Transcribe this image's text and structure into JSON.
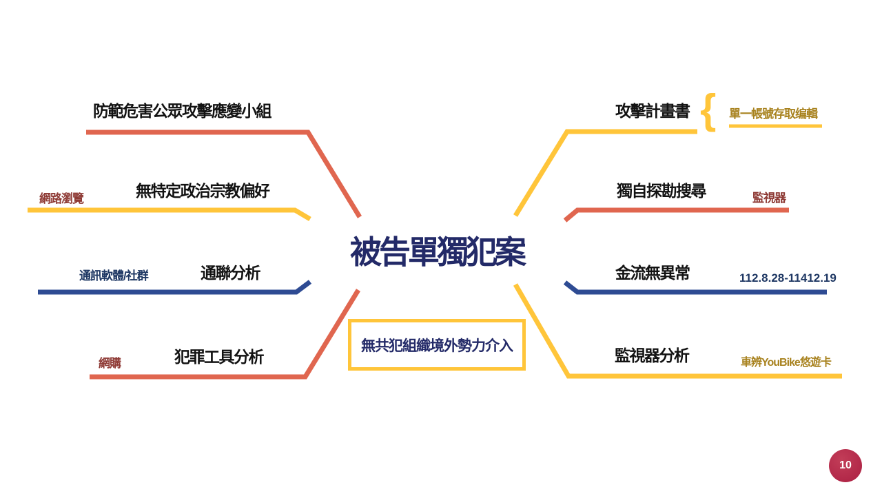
{
  "slide": {
    "page_number": "10",
    "page_badge_color": "#b5234a",
    "background": "#ffffff"
  },
  "colors": {
    "red_line": "#e0664f",
    "yellow_line": "#ffc53a",
    "blue_line": "#2e4b93",
    "navy_text": "#232a68",
    "label_text": "#121212",
    "dark_red_text": "#8e3a35",
    "gold_text": "#a8821e",
    "dark_blue_text": "#1f3864"
  },
  "center": {
    "title": "被告單獨犯案",
    "note_box_text": "無共犯組織境外勢力介入"
  },
  "left_branches": [
    {
      "label": "防範危害公眾攻擊應變小組",
      "line_color": "#e0664f"
    },
    {
      "label": "無特定政治宗教偏好",
      "tag": "網路瀏覽",
      "line_color": "#ffc53a"
    },
    {
      "label": "通聯分析",
      "tag": "通訊軟體/社群",
      "line_color": "#2e4b93"
    },
    {
      "label": "犯罪工具分析",
      "tag": "網購",
      "line_color": "#e0664f"
    }
  ],
  "right_branches": [
    {
      "label": "攻擊計畫書",
      "brace_glyph": "{",
      "annotation": "單一帳號存取编輯",
      "line_color": "#ffc53a"
    },
    {
      "label": "獨自探勘搜尋",
      "annotation": "監視器",
      "line_color": "#e0664f"
    },
    {
      "label": "金流無異常",
      "annotation": "112.8.28-11412.19",
      "line_color": "#2e4b93"
    },
    {
      "label": "監視器分析",
      "annotation": "車辨YouBike悠遊卡",
      "line_color": "#ffc53a"
    }
  ]
}
